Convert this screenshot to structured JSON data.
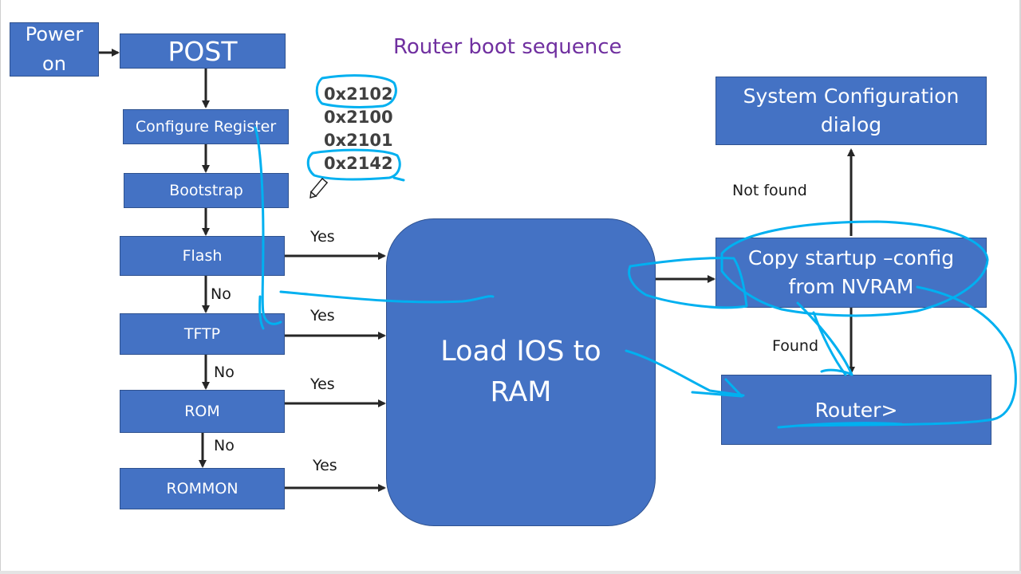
{
  "title": "Router boot sequence",
  "boxes": {
    "power_on": "Power on",
    "post": "POST",
    "configure_register": "Configure Register",
    "bootstrap": "Bootstrap",
    "flash": "Flash",
    "tftp": "TFTP",
    "rom": "ROM",
    "rommon": "ROMMON",
    "load_ios": "Load IOS to RAM",
    "copy_startup": "Copy startup –config from NVRAM",
    "system_config": "System Configuration dialog",
    "router_prompt": "Router>"
  },
  "registers": [
    "0x2102",
    "0x2100",
    "0x2101",
    "0x2142"
  ],
  "circled_registers": [
    "0x2102",
    "0x2142"
  ],
  "edge_labels": {
    "flash_yes": "Yes",
    "tftp_yes": "Yes",
    "rom_yes": "Yes",
    "rommon_yes": "Yes",
    "flash_no": "No",
    "tftp_no": "No",
    "rom_no": "No",
    "not_found": "Not found",
    "found": "Found"
  },
  "colors": {
    "box_fill": "#4472c4",
    "title": "#7030a0",
    "annotation": "#00b0f0",
    "arrow": "#262626"
  }
}
